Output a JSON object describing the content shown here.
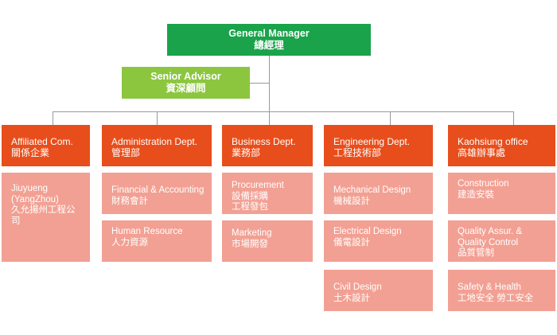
{
  "general_manager": {
    "en": "General Manager",
    "zh": "總經理"
  },
  "senior_advisor": {
    "en": "Senior Advisor",
    "zh": "資深顧問"
  },
  "departments": [
    {
      "en": "Affiliated Com.",
      "zh": "關係企業",
      "subs": [
        {
          "en": "Jiuyueng (YangZhou)",
          "zh": "久允揚州工程公司"
        }
      ]
    },
    {
      "en": "Administration Dept.",
      "zh": "管理部",
      "subs": [
        {
          "en": "Financial & Accounting",
          "zh": "財務會計"
        },
        {
          "en": "Human Resource",
          "zh": "人力資源"
        }
      ]
    },
    {
      "en": "Business Dept.",
      "zh": "業務部",
      "subs": [
        {
          "en": "Procurement",
          "zh": "設備採購工程發包"
        },
        {
          "en": "Marketing",
          "zh": "市場開發"
        }
      ]
    },
    {
      "en": "Engineering Dept.",
      "zh": "工程技術部",
      "subs": [
        {
          "en": "Mechanical Design",
          "zh": "機械設計"
        },
        {
          "en": "Electrical Design",
          "zh": "儀電設計"
        },
        {
          "en": "Civil Design",
          "zh": "土木設計"
        }
      ]
    },
    {
      "en": "Kaohsiung office",
      "zh": "高雄辦事處",
      "subs": [
        {
          "en": "Construction",
          "zh": "建造安裝"
        },
        {
          "en": "Quality Assur. & Quality Control",
          "zh": "品質管制"
        },
        {
          "en": "Safety & Health",
          "zh": "工地安全 勞工安全"
        }
      ]
    }
  ]
}
